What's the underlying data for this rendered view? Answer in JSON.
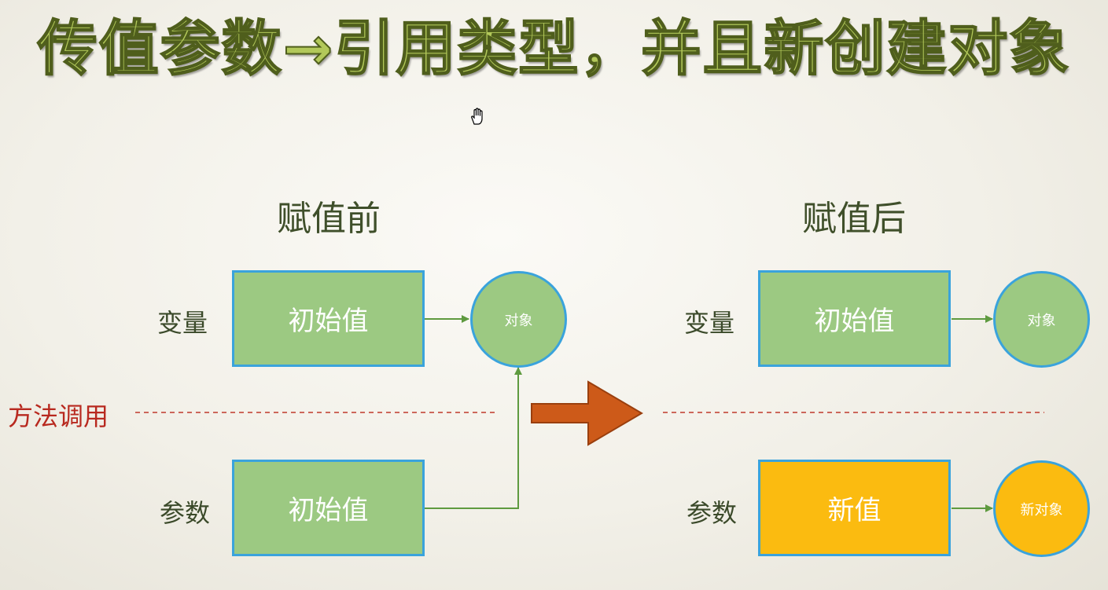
{
  "title": "传值参数→引用类型，并且新创建对象",
  "before": {
    "heading": "赋值前",
    "variable_label": "变量",
    "variable_value": "初始值",
    "object_label": "对象",
    "param_label": "参数",
    "param_value": "初始值"
  },
  "after": {
    "heading": "赋值后",
    "variable_label": "变量",
    "variable_value": "初始值",
    "object_label": "对象",
    "param_label": "参数",
    "param_value": "新值",
    "new_object_label": "新对象"
  },
  "method_call_label": "方法调用",
  "colors": {
    "box_green": "#9cc982",
    "box_yellow": "#fbbb10",
    "border_blue": "#3aa3dc",
    "connector_green": "#5e9a3f",
    "dashed_red": "#c0392b",
    "big_arrow": "#cd5a19"
  },
  "icons": [
    "hand-cursor-icon",
    "big-right-arrow-icon"
  ]
}
